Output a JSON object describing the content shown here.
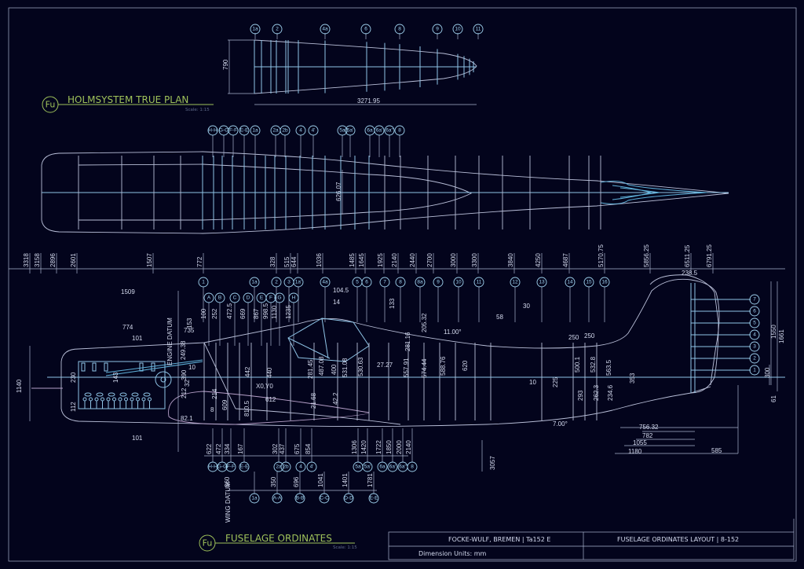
{
  "colors": {
    "background": "#03041c",
    "line": "#b9bfd8",
    "accent_blue": "#8fc4e6",
    "title_green": "#9fc25a"
  },
  "holm_plan": {
    "title": "HOLMSYSTEM TRUE PLAN",
    "logo": "Fu",
    "scale": "Scale: 1:15",
    "span_dim": "3271.95",
    "height_dim": "790",
    "stations": [
      "1a",
      "2",
      "4a",
      "6",
      "8",
      "9",
      "10",
      "11"
    ]
  },
  "top_view": {
    "width_dim": "626.07",
    "stations": [
      "H-H",
      "G-G",
      "F-F",
      "E-E",
      "1a",
      "2a",
      "2b",
      "4",
      "4'",
      "5a",
      "5a'",
      "6a",
      "6a'",
      "6a\"",
      "8"
    ]
  },
  "station_dims": [
    "3318",
    "3158",
    "2896",
    "2601",
    "1507",
    "772",
    "328",
    "515",
    "644",
    "1036",
    "1485",
    "1645",
    "1925",
    "2140",
    "2440",
    "2700",
    "3000",
    "3300",
    "3840",
    "4250",
    "4687",
    "5170.75",
    "5856.25",
    "6511.25",
    "6791.25"
  ],
  "side_view": {
    "frame_bubbles": [
      "1",
      "1a",
      "2",
      "3",
      "1a'",
      "4a",
      "5",
      "6",
      "7",
      "8",
      "8a",
      "9",
      "10",
      "11",
      "12",
      "13",
      "14",
      "15",
      "16"
    ],
    "letter_bubbles": [
      "A",
      "B",
      "C",
      "D",
      "E",
      "F",
      "G",
      "H"
    ],
    "letter_dims": [
      "100",
      "252",
      "472.5",
      "669",
      "867",
      "998.5",
      "1130",
      "1235"
    ],
    "tail_bubbles": [
      "7",
      "6",
      "5",
      "4",
      "3",
      "2",
      "1"
    ],
    "engine_datum": "ENGINE DATUM",
    "wing_datum": "WING DATUM",
    "dims": {
      "d1509": "1509",
      "d774": "774",
      "d735": "735",
      "d153": "153",
      "d101a": "101",
      "d101b": "101",
      "d249": "249.38",
      "d1140": "1140",
      "d230": "230",
      "d112": "112",
      "d143": "143",
      "d390": "390",
      "d10": "10",
      "d32": "32",
      "d212": "212",
      "d214": "214",
      "d8": "8",
      "d609": "609",
      "d821": "82.1",
      "d442": "442",
      "d440": "440",
      "xoyo": "X0,Y0",
      "d612": "612",
      "d8105": "810.5",
      "d1045": "104.5",
      "d14": "14",
      "d133": "133",
      "d28145": "281.45",
      "d48708": "487.08",
      "d400": "400",
      "d53108": "531.08",
      "d53063": "530.63",
      "d2168": "21.68",
      "d422": "42.2",
      "d2727": "27.27",
      "d28116": "281.16",
      "d55791": "557.91",
      "d57444": "574.44",
      "d20532": "205.32",
      "d1100": "11.00°",
      "d58876": "588.76",
      "d620": "620",
      "d58": "58",
      "d30": "30",
      "d10b": "10",
      "d225": "225",
      "d250a": "250",
      "d250b": "250",
      "d5001": "500.1",
      "d5328": "532.8",
      "d5635": "563.5",
      "d293": "293",
      "d2623": "262.3",
      "d2346": "234.6",
      "d700": "7.00°",
      "d2385": "238.5",
      "d1550": "1550",
      "d1661": "1661",
      "d300": "300",
      "d61": "61",
      "d353": "353",
      "d75632": "756.32",
      "d782": "782",
      "d1055": "1055",
      "d1180": "1180",
      "d585": "585",
      "d3057": "3057"
    }
  },
  "lower_ordinates": {
    "row1_dims": [
      "622",
      "472",
      "334",
      "167",
      "302",
      "437",
      "675",
      "854",
      "1306",
      "1420",
      "1722",
      "1850",
      "2000",
      "2140"
    ],
    "row1_bubbles": [
      "H-H",
      "G-G",
      "F-F",
      "E-E",
      "2a",
      "2b",
      "4",
      "4'",
      "5a",
      "5a'",
      "6a",
      "6a'",
      "6a\"",
      "8"
    ],
    "row2_dims": [
      "360",
      "350",
      "696",
      "1041",
      "1401",
      "1781"
    ],
    "row2_bubbles": [
      "1a",
      "A-A",
      "B-B",
      "C-C",
      "D-D",
      "E-E"
    ]
  },
  "fuselage_title": {
    "title": "FUSELAGE ORDINATES",
    "logo": "Fu",
    "scale": "Scale: 1:15"
  },
  "title_block": {
    "company": "FOCKE-WULF, BREMEN   |  Ta152 E",
    "drawing": "FUSELAGE ORDINATES LAYOUT  |  8-152",
    "units": "Dimension Units: mm"
  }
}
